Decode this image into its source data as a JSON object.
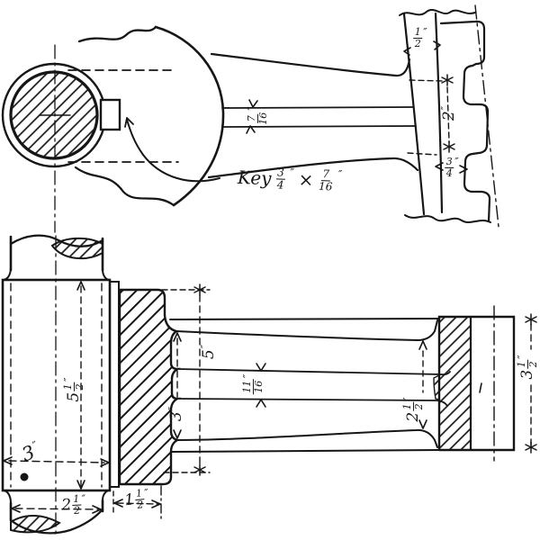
{
  "drawing": {
    "ink_color": "#161616",
    "paper_color": "#ffffff",
    "top_view": {
      "dims": {
        "rim_thickness_top": {
          "num": "1",
          "den": "2",
          "unit": "″"
        },
        "rim_face": {
          "whole": "2",
          "unit": "″"
        },
        "tooth_depth": {
          "num": "3",
          "den": "4",
          "unit": "″"
        },
        "rib_width": {
          "num": "7",
          "den": "16",
          "unit": "″"
        }
      },
      "key_note": {
        "prefix": "Key",
        "f1num": "3",
        "f1den": "4",
        "f1unit": "″",
        "times": "×",
        "f2num": "7",
        "f2den": "16",
        "f2unit": "″"
      }
    },
    "side_view": {
      "dims": {
        "hub_length": {
          "whole": "5",
          "num": "1",
          "den": "2",
          "unit": "″"
        },
        "arm_depth_at_hub": {
          "whole": "5",
          "unit": "″"
        },
        "rib_depth_at_hub": {
          "whole": "3",
          "unit": "″"
        },
        "rib_thickness": {
          "num": "11",
          "den": "16",
          "unit": "″"
        },
        "arm_depth_at_rim": {
          "whole": "2",
          "num": "1",
          "den": "2",
          "unit": "″"
        },
        "rim_height": {
          "whole": "3",
          "num": "1",
          "den": "2",
          "unit": "″"
        },
        "hub_diameter": {
          "whole": "3",
          "unit": "″"
        },
        "shaft_diameter": {
          "whole": "2",
          "num": "1",
          "den": "2",
          "unit": "″"
        },
        "hub_projection": {
          "whole": "1",
          "num": "1",
          "den": "2",
          "unit": "″"
        }
      }
    }
  }
}
